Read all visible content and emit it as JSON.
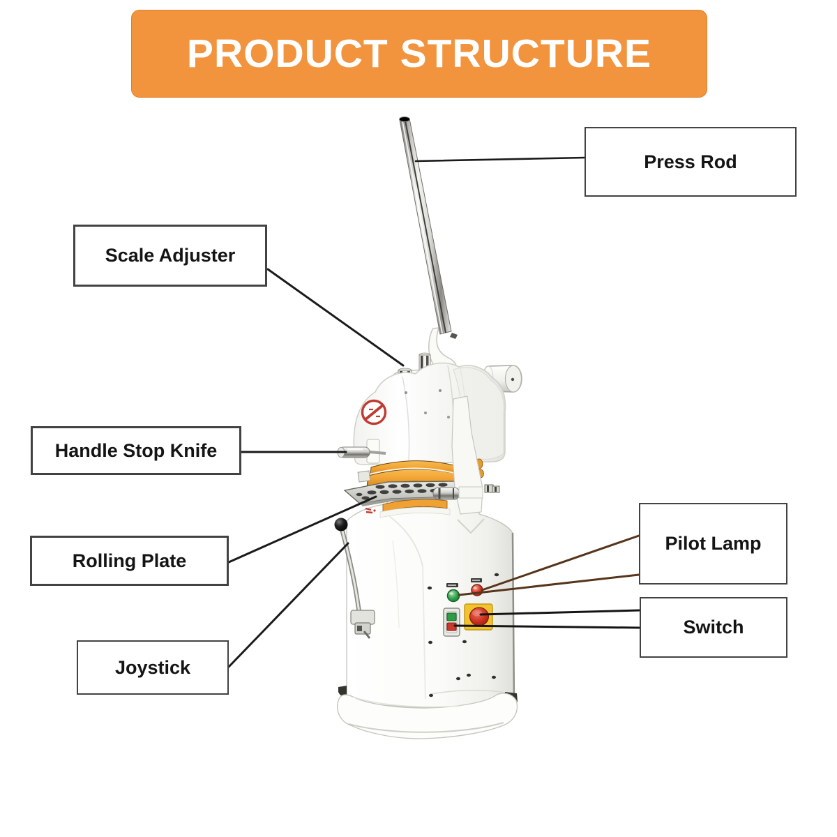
{
  "header": {
    "title": "PRODUCT STRUCTURE"
  },
  "labels": {
    "press_rod": "Press Rod",
    "scale_adjuster": "Scale Adjuster",
    "handle_stop_knife": "Handle Stop Knife",
    "rolling_plate": "Rolling Plate",
    "joystick": "Joystick",
    "pilot_lamp": "Pilot Lamp",
    "switch": "Switch"
  },
  "colors": {
    "header_bg": "#F2943E",
    "header_text": "#FFFFFF",
    "callout_border": "#424242",
    "leader_black": "#1A1A1A",
    "leader_brown": "#56351A",
    "machine_orange": "#F0A332",
    "lamp_green": "#2DA14A",
    "lamp_red": "#D63A2A",
    "estop_yellow": "#F2C32E",
    "estop_red": "#C92F1F",
    "badge_red": "#BF3A31"
  }
}
